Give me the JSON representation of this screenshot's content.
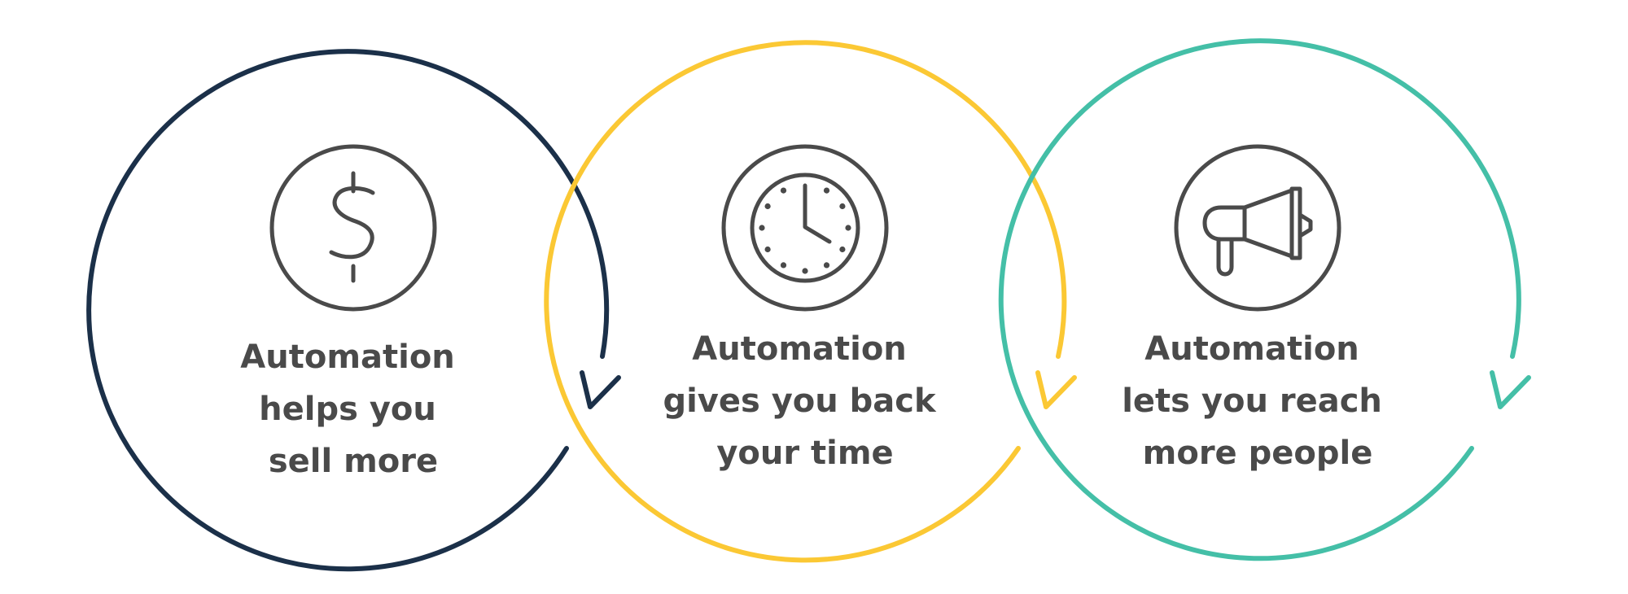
{
  "colors": {
    "ring_1": "#1b3049",
    "ring_2": "#fbc834",
    "ring_3": "#44bfa7",
    "icon": "#4a4a4a",
    "text": "#4a4a4a",
    "background": "#ffffff"
  },
  "items": [
    {
      "icon": "dollar-icon",
      "lines": [
        "Automation",
        "helps you",
        "sell more"
      ]
    },
    {
      "icon": "clock-icon",
      "lines": [
        "Automation",
        "gives you back",
        "your time"
      ]
    },
    {
      "icon": "megaphone-icon",
      "lines": [
        "Automation",
        "lets you reach",
        "more people"
      ]
    }
  ]
}
